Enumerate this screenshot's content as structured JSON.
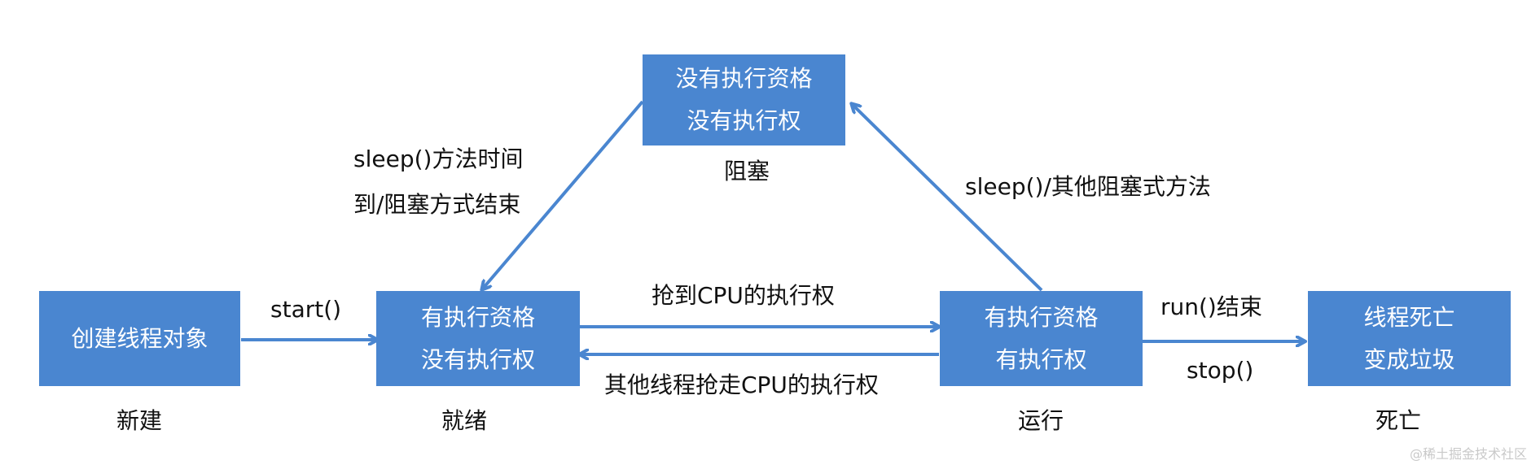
{
  "diagram": {
    "states": {
      "new": {
        "lines": [
          "创建线程对象"
        ],
        "label": "新建"
      },
      "ready": {
        "lines": [
          "有执行资格",
          "没有执行权"
        ],
        "label": "就绪"
      },
      "running": {
        "lines": [
          "有执行资格",
          "有执行权"
        ],
        "label": "运行"
      },
      "blocked": {
        "lines": [
          "没有执行资格",
          "没有执行权"
        ],
        "label": "阻塞"
      },
      "dead": {
        "lines": [
          "线程死亡",
          "变成垃圾"
        ],
        "label": "死亡"
      }
    },
    "edges": {
      "new_to_ready": "start()",
      "ready_to_running": "抢到CPU的执行权",
      "running_to_ready": "其他线程抢走CPU的执行权",
      "running_to_blocked": "sleep()/其他阻塞式方法",
      "blocked_to_ready_line1": "sleep()方法时间",
      "blocked_to_ready_line2": "到/阻塞方式结束",
      "running_to_dead_line1": "run()结束",
      "running_to_dead_line2": "stop()"
    },
    "colors": {
      "box": "#4a86d0",
      "arrow": "#4a86d0",
      "text": "#111111",
      "box_text": "#ffffff"
    }
  },
  "watermark": "@稀土掘金技术社区"
}
